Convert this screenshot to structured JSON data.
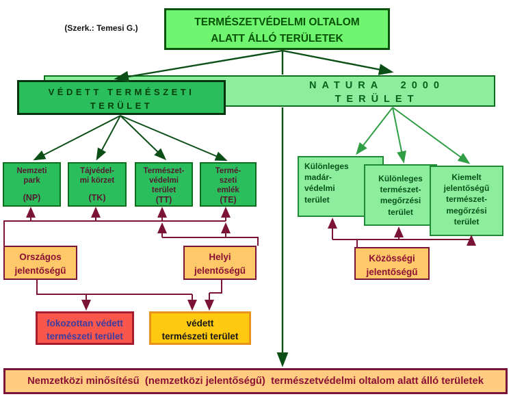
{
  "credit": "(Szerk.: Temesi G.)",
  "root_title": "TERMÉSZETVÉDELMI OLTALOM\nALATT ÁLLÓ TERÜLETEK",
  "level2": {
    "vedett": "VÉDETT TERMÉSZETI\nTERÜLET",
    "natura": "NATURA 2000\nTERÜLET"
  },
  "categories": [
    {
      "label": "Nemzeti\npark",
      "code": "(NP)"
    },
    {
      "label": "Tájvédel-\nmi körzet",
      "code": "(TK)"
    },
    {
      "label": "Természet-\nvédelmi\nterület",
      "code": "(TT)"
    },
    {
      "label": "Termé-\nszeti\nemlék",
      "code": "(TE)"
    }
  ],
  "natura_categories": [
    {
      "label": "Különleges\nmadár-\nvédelmi\nterület"
    },
    {
      "label": "Különleges\ntermészet-\nmegőrzési\nterület"
    },
    {
      "label": "Kiemelt\njelentőségű\ntermészet-\nmegőrzési\nterület"
    }
  ],
  "significance": {
    "orszagos": "Országos\njelentőségű",
    "helyi": "Helyi\njelentőségű",
    "kozossegi": "Közösségi\njelentőségű"
  },
  "outcomes": {
    "fokozottan": "fokozottan védett\ntermészeti terület",
    "vedett": "védett\ntermészeti terület"
  },
  "footer": "Nemzetközi minősítésű  (nemzetközi jelentőségű)  természetvédelmi oltalom alatt álló területek",
  "colors": {
    "bright_green_fill": "#70f570",
    "light_green_fill": "#8cee9d",
    "mid_green_fill": "#2bbe5c",
    "dark_green_line": "#0b4f16",
    "mid_green_line": "#2f9e44",
    "maroon_line": "#7a1336",
    "orange_fill": "#ffc869",
    "red_fill": "#f9564c",
    "yellow_fill": "#ffc90f",
    "footer_fill": "#ffcc82",
    "maroon_text": "#8c1034",
    "blue_text": "#3c3c9e"
  }
}
